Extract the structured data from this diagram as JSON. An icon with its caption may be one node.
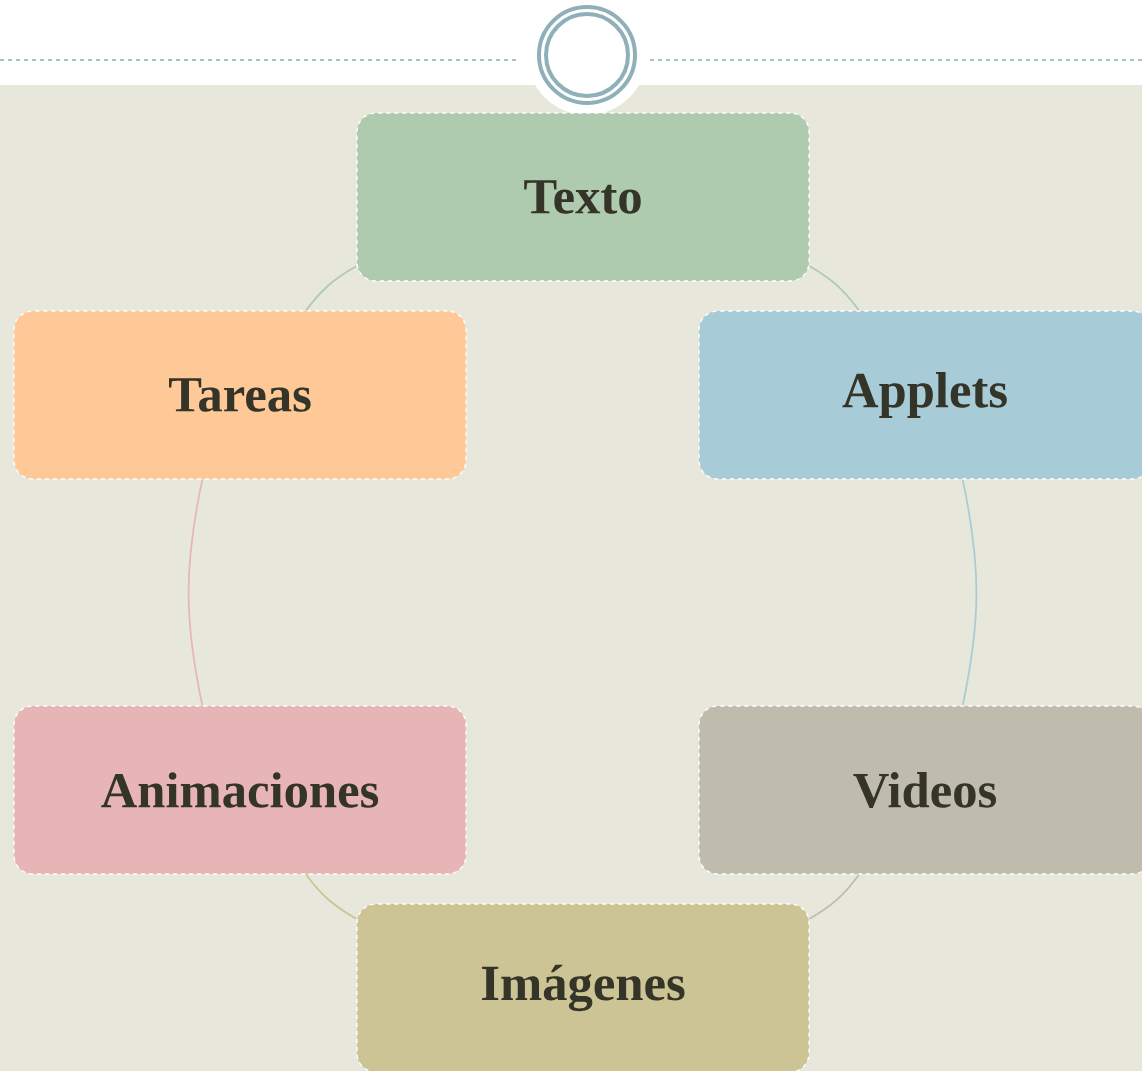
{
  "diagram": {
    "nodes": [
      {
        "text": [
          "Texto"
        ]
      },
      {
        "text": [
          "Applets"
        ]
      },
      {
        "text": [
          "Videos"
        ]
      },
      {
        "text": [
          "Imágenes"
        ]
      },
      {
        "text": [
          "Animaciones"
        ]
      },
      {
        "text": [
          "Tareas"
        ]
      }
    ],
    "edges": [
      {
        "from": 0,
        "to": 1,
        "arrow": "none",
        "color": "#aecbb0"
      },
      {
        "from": 1,
        "to": 2,
        "arrow": "none",
        "color": "#a8ccd7"
      },
      {
        "from": 2,
        "to": 3,
        "arrow": "none",
        "color": "#bfbcae"
      },
      {
        "from": 3,
        "to": 4,
        "arrow": "none",
        "color": "#ccc494"
      },
      {
        "from": 4,
        "to": 5,
        "arrow": "none",
        "color": "#e7b5b5"
      },
      {
        "from": 5,
        "to": 0,
        "arrow": "none",
        "color": "#aecbb0"
      }
    ]
  }
}
